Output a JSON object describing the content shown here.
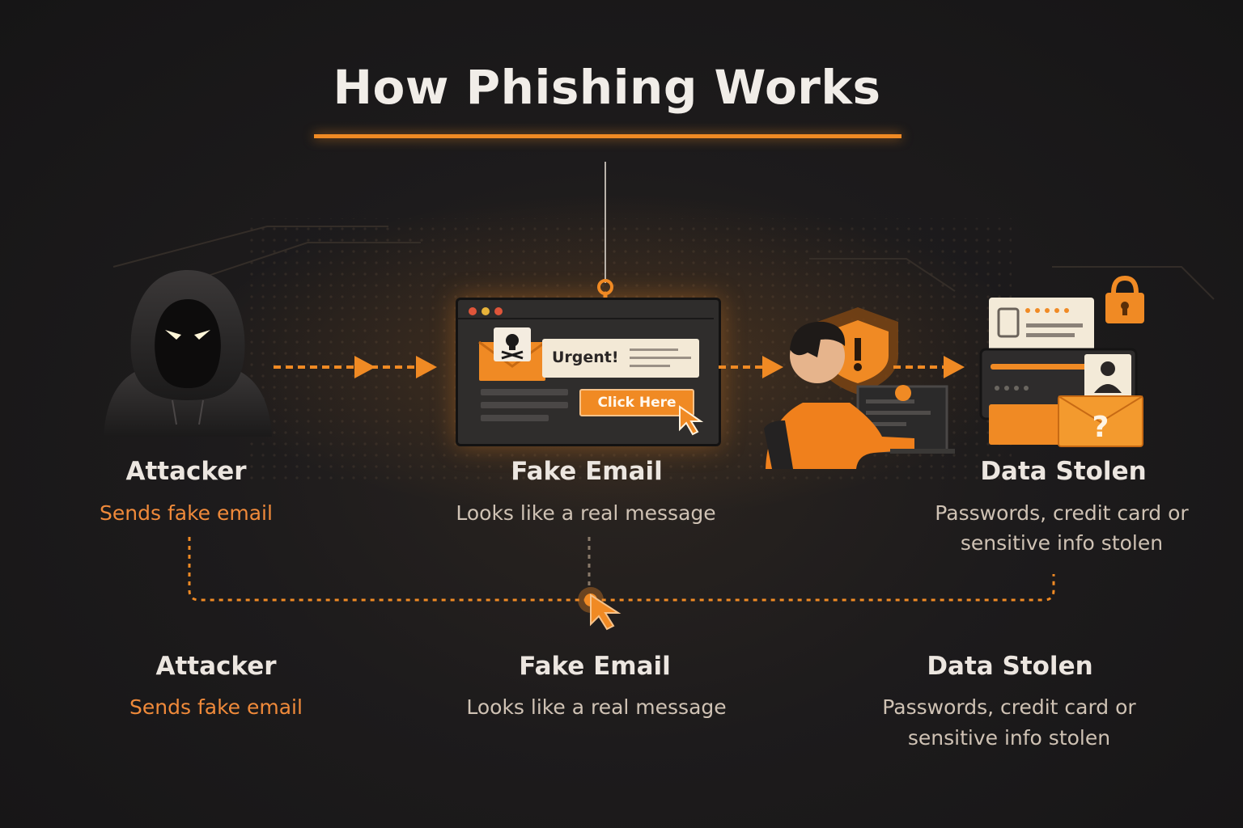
{
  "title": "How Phishing Works",
  "email": {
    "urgent": "Urgent!",
    "cta": "Click Here"
  },
  "steps_top": [
    {
      "label": "Attacker",
      "desc": "Sends fake email"
    },
    {
      "label": "Fake Email",
      "desc": "Looks like a real message"
    },
    {
      "label": "Data Stolen",
      "desc_line1": "Passwords, credit card or",
      "desc_line2": "sensitive info stolen"
    }
  ],
  "steps_bottom": [
    {
      "label": "Attacker",
      "desc": "Sends fake email"
    },
    {
      "label": "Fake Email",
      "desc": "Looks like a real message"
    },
    {
      "label": "Data Stolen",
      "desc_line1": "Passwords, credit card or",
      "desc_line2": "sensitive info stolen"
    }
  ],
  "colors": {
    "accent": "#f08a24",
    "background": "#1d1b1c",
    "text": "#ece6e0"
  }
}
